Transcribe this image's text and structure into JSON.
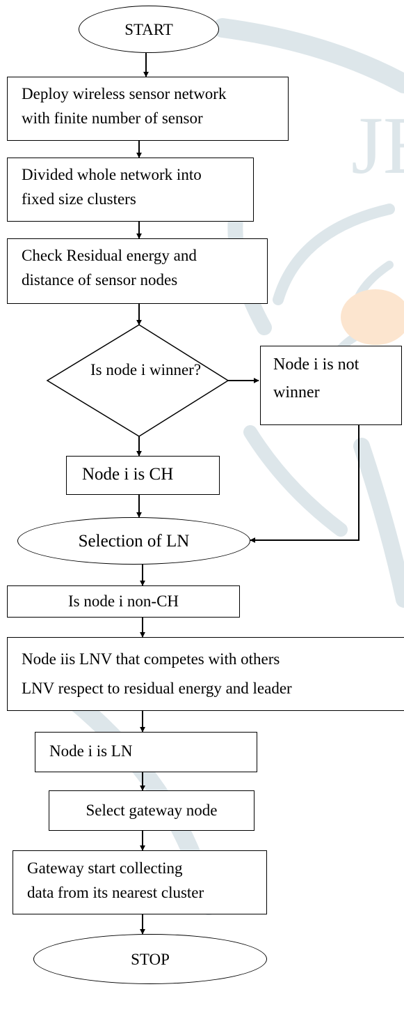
{
  "colors": {
    "stroke": "#000000",
    "background": "#ffffff",
    "watermark_gray": "#dde6ea",
    "watermark_orange": "#fce5cf"
  },
  "flowchart": {
    "start": "START",
    "deploy": [
      "Deploy wireless sensor network",
      "with finite number of sensor"
    ],
    "divide": [
      "Divided whole network into",
      "fixed size clusters"
    ],
    "check": [
      "Check Residual energy and",
      "distance of sensor nodes"
    ],
    "decision": [
      "Is node i",
      "winner?"
    ],
    "not_winner": [
      "Node i is not",
      "winner"
    ],
    "is_ch": "Node i is CH",
    "selection": "Selection of LN",
    "non_ch": "Is node i non-CH",
    "lnv": [
      "Node iis LNV that competes with others",
      "LNV respect to residual energy and leader"
    ],
    "is_ln": "Node i is LN",
    "gateway": "Select gateway node",
    "collect": [
      "Gateway start collecting",
      "data from its nearest cluster"
    ],
    "stop": "STOP"
  },
  "watermark": {
    "text": "JE"
  }
}
